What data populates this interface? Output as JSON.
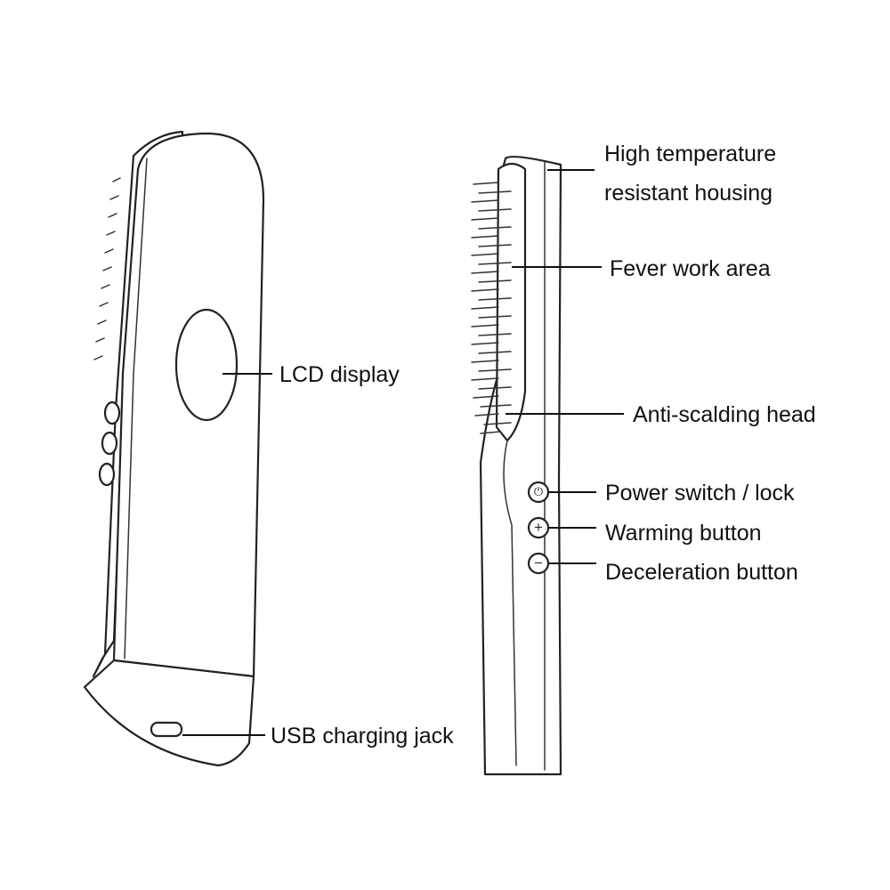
{
  "labels": {
    "lcd_display": "LCD display",
    "usb_charging_jack": "USB charging jack",
    "housing_line1": "High temperature",
    "housing_line2": "resistant housing",
    "fever_work_area": "Fever work area",
    "anti_scalding_head": "Anti-scalding head",
    "power_switch": "Power switch / lock",
    "warming_button": "Warming button",
    "deceleration_button": "Deceleration button"
  },
  "button_icons": [
    "power-icon",
    "plus-icon",
    "minus-icon"
  ],
  "colors": {
    "line": "#222222",
    "background": "#ffffff"
  }
}
